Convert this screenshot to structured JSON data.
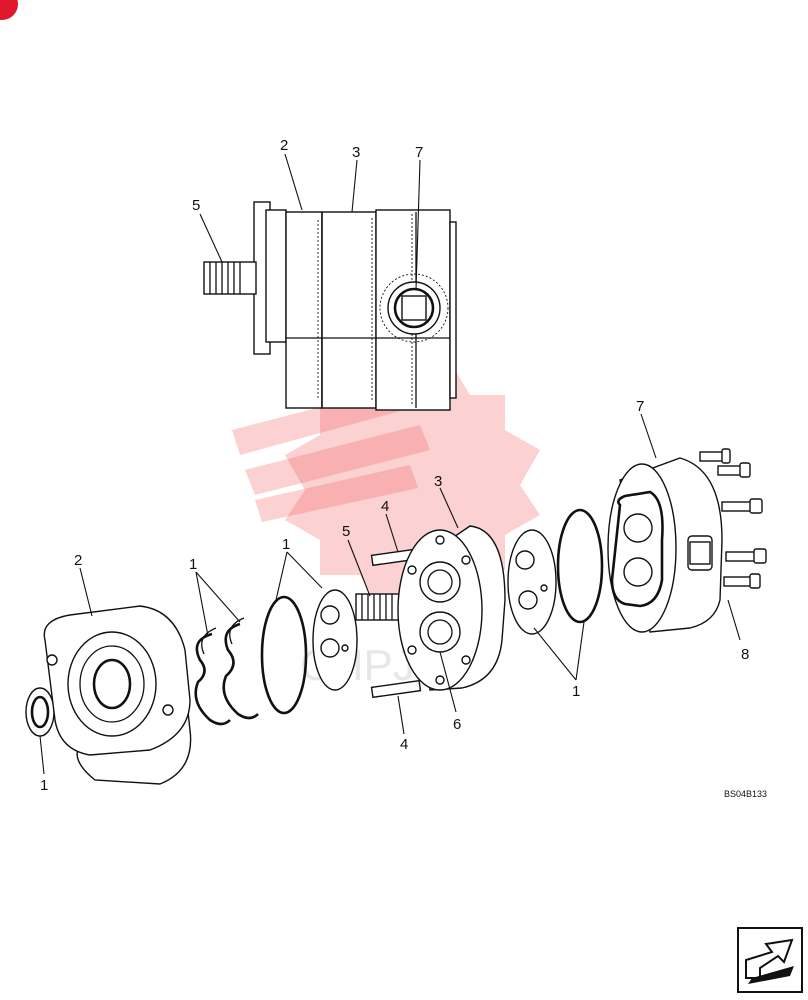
{
  "diagram": {
    "reference_code": "BS04B133",
    "callouts": [
      {
        "id": "c-top-2",
        "label": "2"
      },
      {
        "id": "c-top-3",
        "label": "3"
      },
      {
        "id": "c-top-7",
        "label": "7"
      },
      {
        "id": "c-top-5",
        "label": "5"
      },
      {
        "id": "c-exp-2",
        "label": "2"
      },
      {
        "id": "c-exp-1a",
        "label": "1"
      },
      {
        "id": "c-exp-1b",
        "label": "1"
      },
      {
        "id": "c-exp-5",
        "label": "5"
      },
      {
        "id": "c-exp-4a",
        "label": "4"
      },
      {
        "id": "c-exp-3",
        "label": "3"
      },
      {
        "id": "c-exp-7",
        "label": "7"
      },
      {
        "id": "c-exp-8",
        "label": "8"
      },
      {
        "id": "c-exp-1c",
        "label": "1"
      },
      {
        "id": "c-exp-6",
        "label": "6"
      },
      {
        "id": "c-exp-4b",
        "label": "4"
      },
      {
        "id": "c-exp-1d",
        "label": "1"
      }
    ]
  },
  "colors": {
    "line": "#111111",
    "watermark": "#f25a5a",
    "corner_mark": "#e0182d"
  },
  "icons": {
    "corner": "red-corner-mark-icon",
    "nav": "next-page-arrow-icon"
  }
}
